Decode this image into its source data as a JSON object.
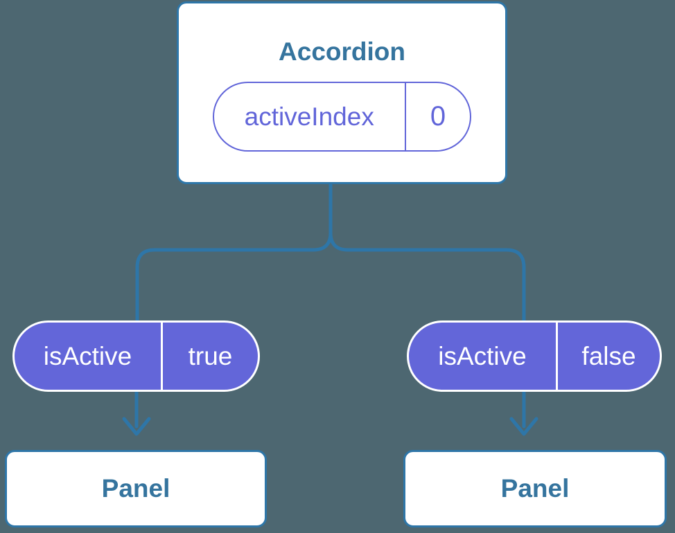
{
  "colors": {
    "background": "#4D6771",
    "connector_blue": "#2E76A8",
    "node_title_blue": "#35749E",
    "pill_purple_fill": "#6366D9",
    "pill_purple_outline": "#6165D9",
    "node_fill": "#FFFFFF"
  },
  "root_node": {
    "title": "Accordion",
    "state_pill": {
      "label": "activeIndex",
      "value": "0"
    }
  },
  "prop_pills": [
    {
      "label": "isActive",
      "value": "true"
    },
    {
      "label": "isActive",
      "value": "false"
    }
  ],
  "panels": [
    {
      "title": "Panel"
    },
    {
      "title": "Panel"
    }
  ]
}
